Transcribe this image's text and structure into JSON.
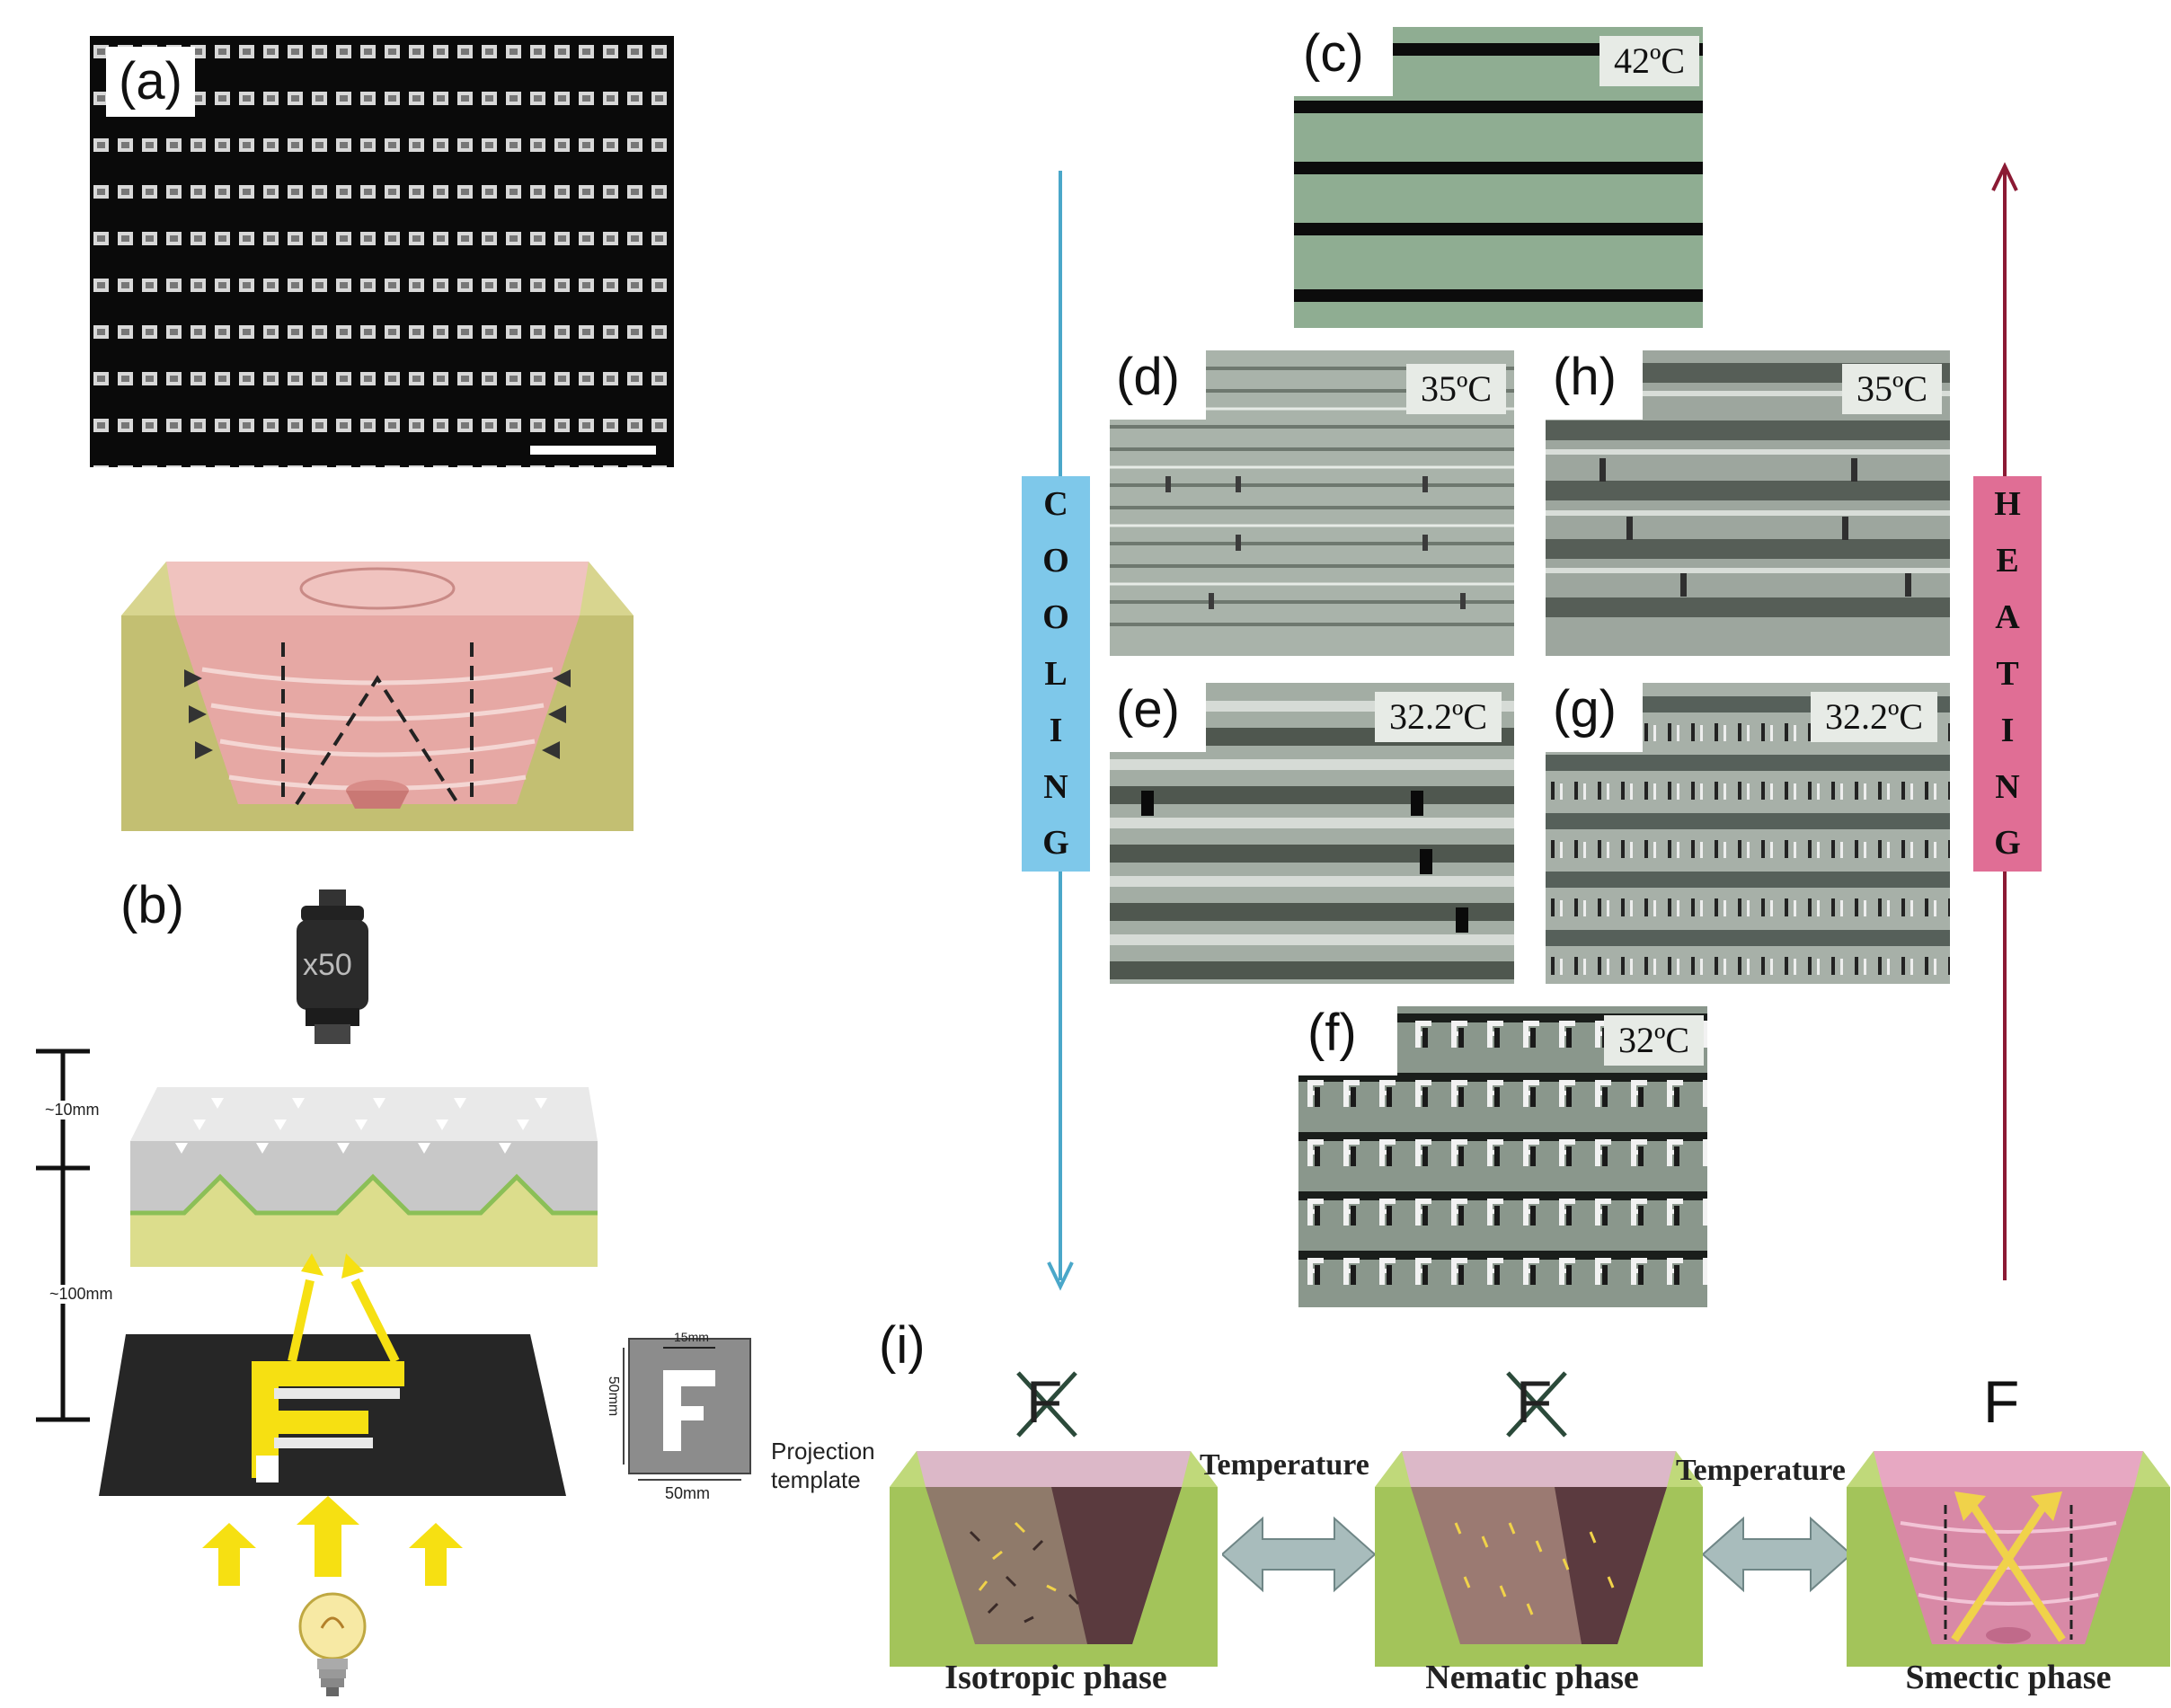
{
  "panels": {
    "a": "(a)",
    "b": "(b)",
    "c": "(c)",
    "d": "(d)",
    "e": "(e)",
    "f": "(f)",
    "g": "(g)",
    "h": "(h)",
    "i": "(i)"
  },
  "temperatures": {
    "c": "42ºC",
    "d": "35ºC",
    "h": "35ºC",
    "e": "32.2ºC",
    "g": "32.2ºC",
    "f": "32ºC"
  },
  "process": {
    "cooling": [
      "C",
      "O",
      "O",
      "L",
      "I",
      "N",
      "G"
    ],
    "heating": [
      "H",
      "E",
      "A",
      "T",
      "I",
      "N",
      "G"
    ]
  },
  "setup": {
    "objective": "x50",
    "dist_top": "~10mm",
    "dist_bottom": "~100mm",
    "template_letter": "F",
    "template_width": "50mm",
    "template_height": "50mm",
    "template_inner": "15mm",
    "template_caption_1": "Projection",
    "template_caption_2": "template"
  },
  "phases": {
    "isotropic": "Isotropic phase",
    "nematic": "Nematic phase",
    "smectic": "Smectic phase",
    "temperature_1": "Temperature",
    "temperature_2": "Temperature",
    "letter": "F"
  },
  "colors": {
    "cooling_arrow": "#4aa7c9",
    "heating_arrow": "#8b1a34",
    "cooling_box": "#7ec8ea",
    "heating_box": "#e06e95",
    "light_yellow": "#f6e012",
    "stripe_green": "#8fad92"
  }
}
